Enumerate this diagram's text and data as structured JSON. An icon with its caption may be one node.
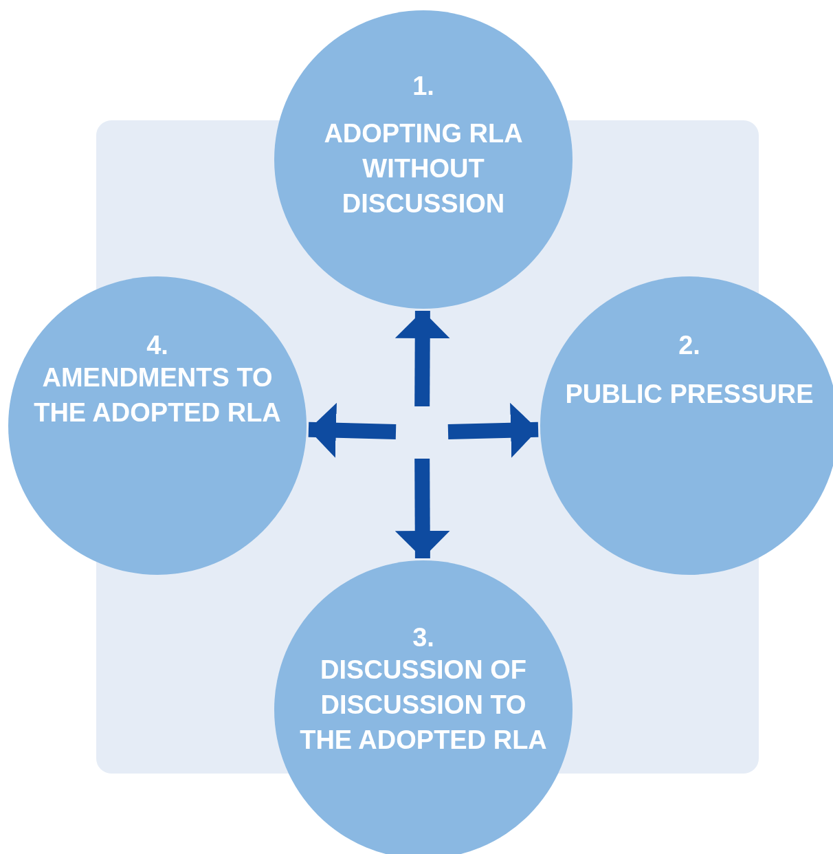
{
  "diagram": {
    "nodes": [
      {
        "text": [
          "1.",
          "ADOPTING RLA WITHOUT DISCUSSION"
        ]
      },
      {
        "text": [
          "4.",
          "AMENDMENTS TO THE ADOPTED RLA"
        ]
      },
      {
        "text": [
          "2.",
          "PUBLIC PRESSURE"
        ]
      },
      {
        "text": [
          "3.",
          "DISCUSSION OF DISCUSSION TO THE ADOPTED RLA"
        ]
      }
    ],
    "edges": [
      {
        "from": null,
        "to": 0,
        "arrow": "to"
      },
      {
        "from": null,
        "to": 2,
        "arrow": "to"
      },
      {
        "from": null,
        "to": 3,
        "arrow": "to"
      },
      {
        "from": null,
        "to": 1,
        "arrow": "to"
      }
    ]
  }
}
